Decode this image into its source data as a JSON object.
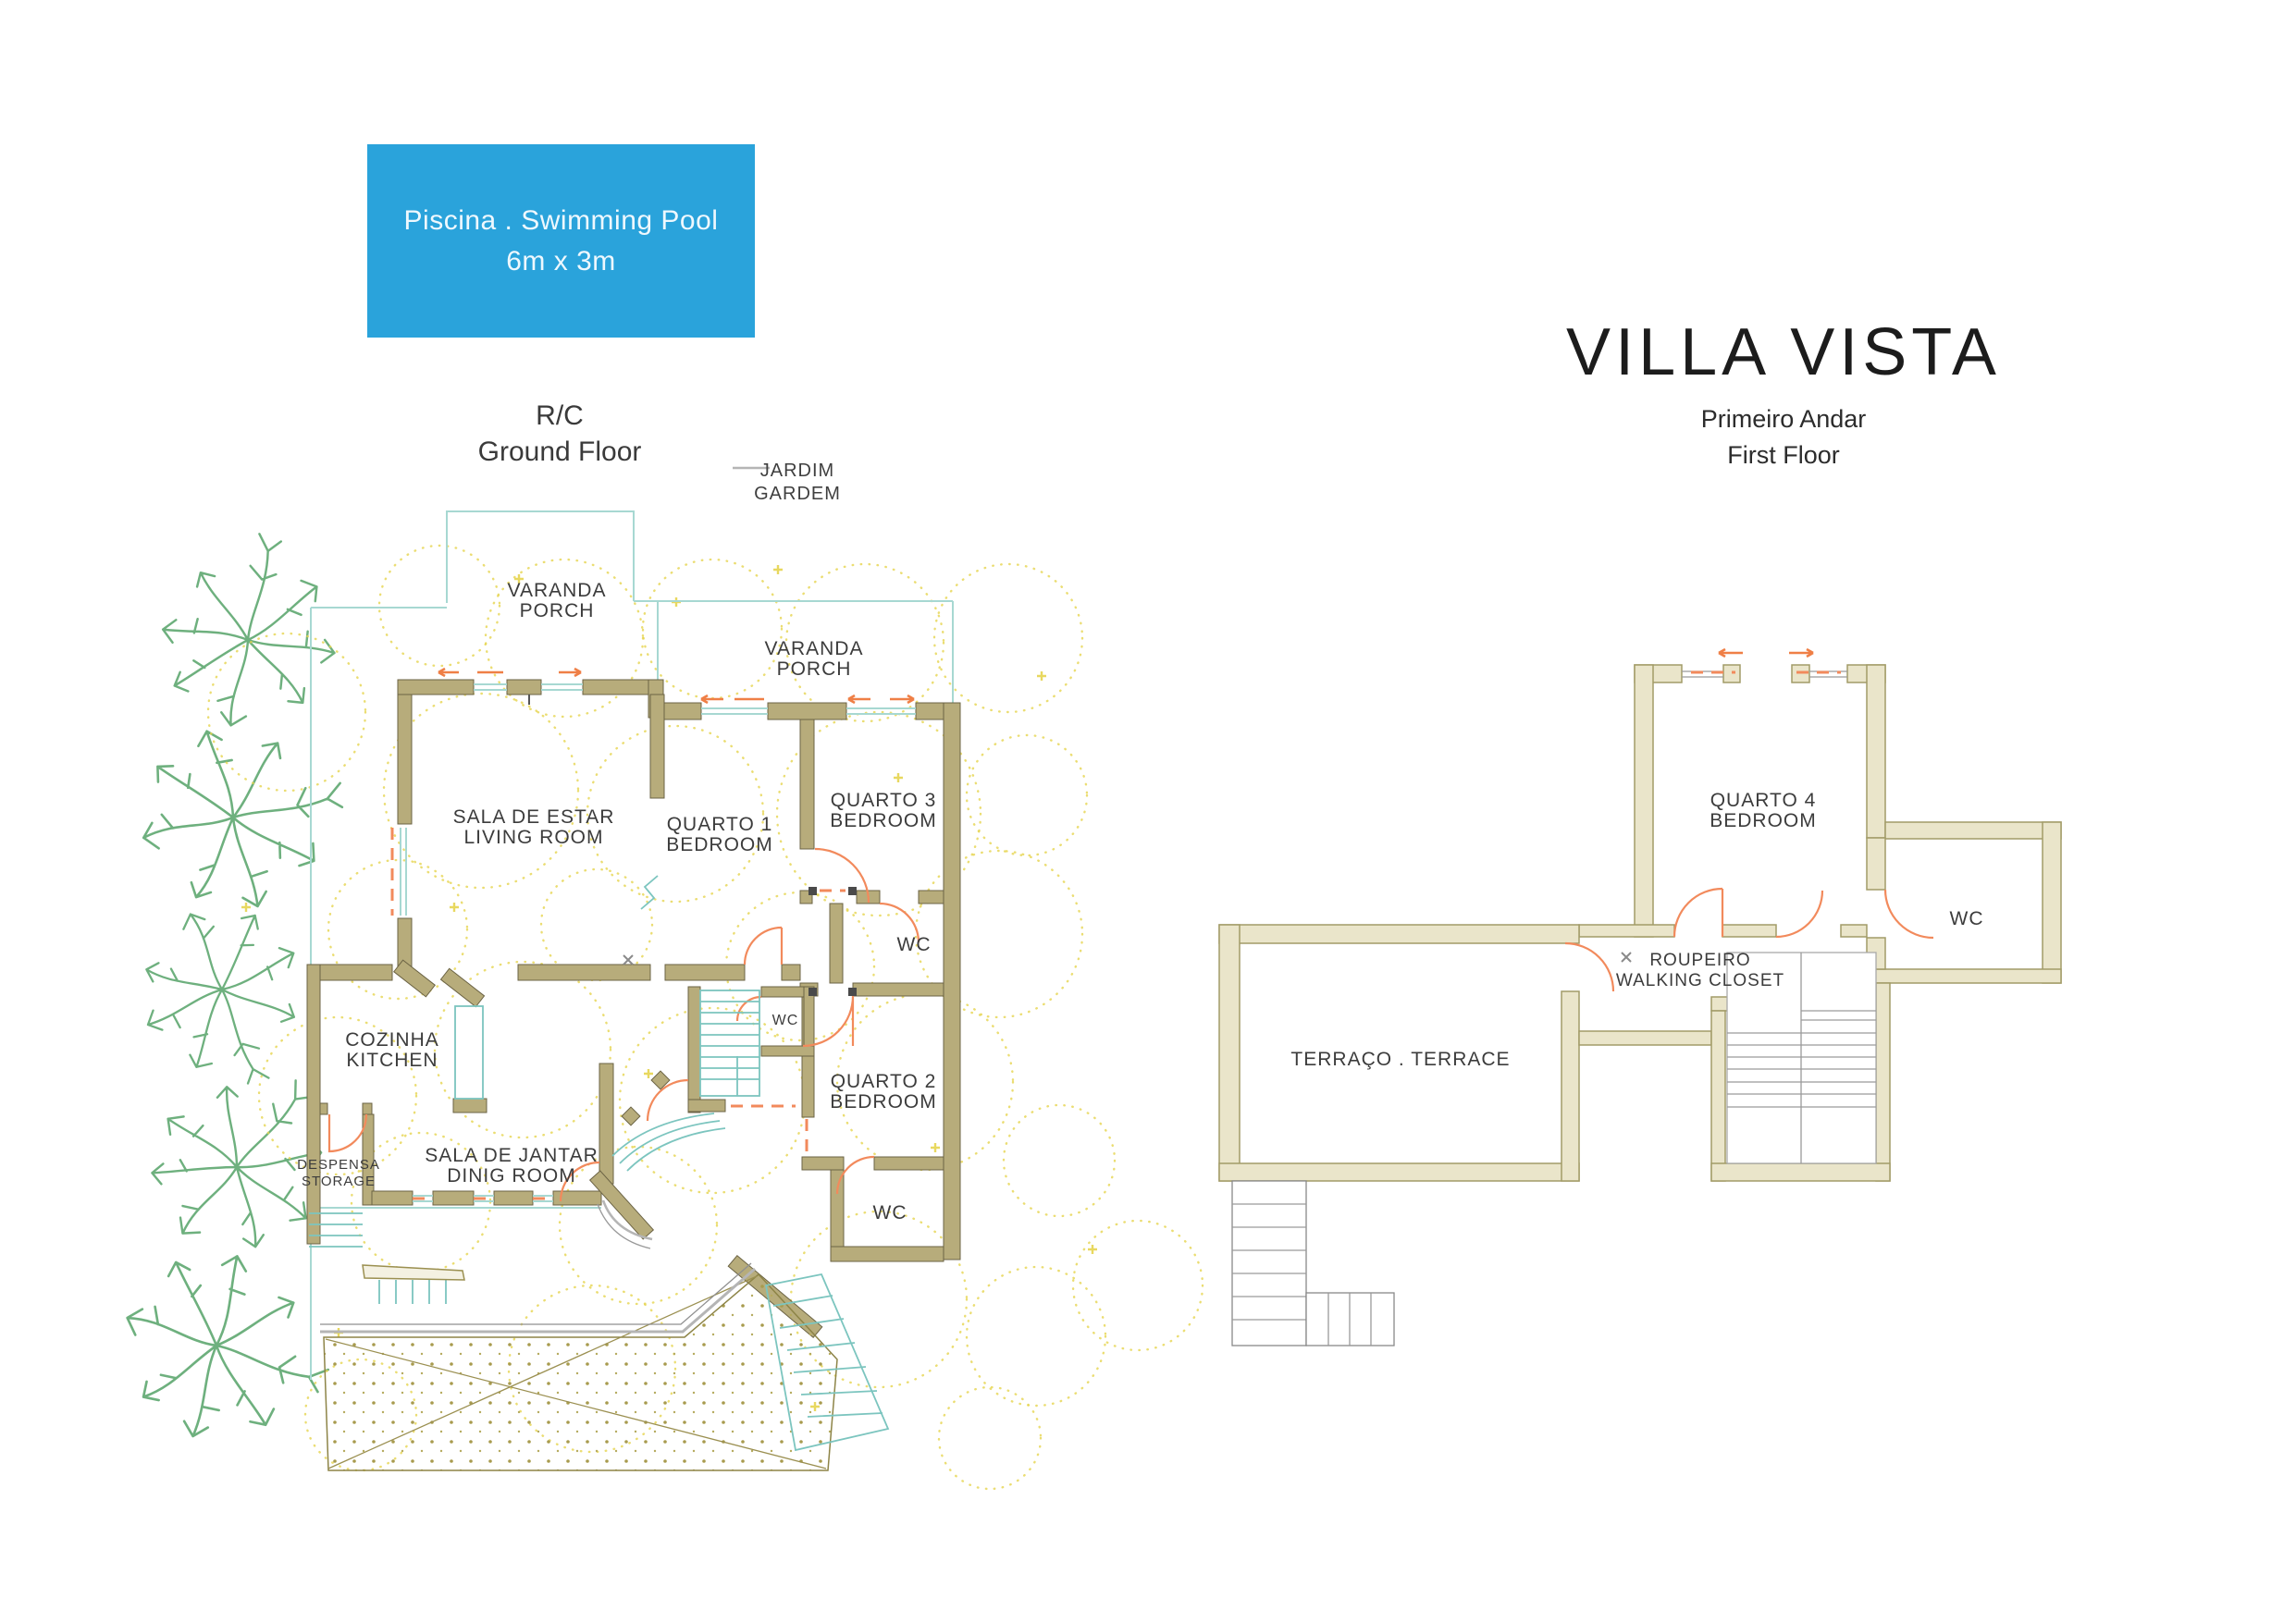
{
  "pool": {
    "label": "Piscina . Swimming Pool",
    "size": "6m x 3m"
  },
  "ground_floor": {
    "title": "R/C",
    "subtitle": "Ground Floor",
    "garden": {
      "line1": "JARDIM",
      "line2": "GARDEM"
    },
    "rooms": {
      "varanda1": {
        "l1": "VARANDA",
        "l2": "PORCH"
      },
      "varanda2": {
        "l1": "VARANDA",
        "l2": "PORCH"
      },
      "living": {
        "l1": "SALA DE ESTAR",
        "l2": "LIVING ROOM"
      },
      "quarto1": {
        "l1": "QUARTO 1",
        "l2": "BEDROOM"
      },
      "quarto3": {
        "l1": "QUARTO 3",
        "l2": "BEDROOM"
      },
      "wc_quarto3": {
        "l1": "WC"
      },
      "wc_hall": {
        "l1": "WC"
      },
      "cozinha": {
        "l1": "COZINHA",
        "l2": "KITCHEN"
      },
      "jantar": {
        "l1": "SALA DE JANTAR",
        "l2": "DINIG ROOM"
      },
      "despensa": {
        "l1": "DESPENSA",
        "l2": "STORAGE"
      },
      "quarto2": {
        "l1": "QUARTO 2",
        "l2": "BEDROOM"
      },
      "wc_bottom": {
        "l1": "WC"
      }
    }
  },
  "first_floor": {
    "title": "VILLA VISTA",
    "subtitle_pt": "Primeiro Andar",
    "subtitle_en": "First Floor",
    "rooms": {
      "quarto4": {
        "l1": "QUARTO 4",
        "l2": "BEDROOM"
      },
      "wc": {
        "l1": "WC"
      },
      "roupeiro": {
        "l1": "ROUPEIRO",
        "l2": "WALKING CLOSET"
      },
      "terraco": {
        "l1": "TERRAÇO . TERRACE"
      }
    }
  },
  "colors": {
    "pool": "#2aa3db",
    "olive": "#b7ac7b",
    "olive-dk": "#6b6344",
    "beige": "#eae5ca",
    "beige-dk": "#a29b68",
    "teal": "#a7d8d2",
    "teal2": "#7cc5bf",
    "orange": "#f28a5c",
    "yellow": "#e6d44f",
    "green": "#55a368",
    "ink": "#3c3c3c",
    "gray": "#9a9a9a"
  }
}
